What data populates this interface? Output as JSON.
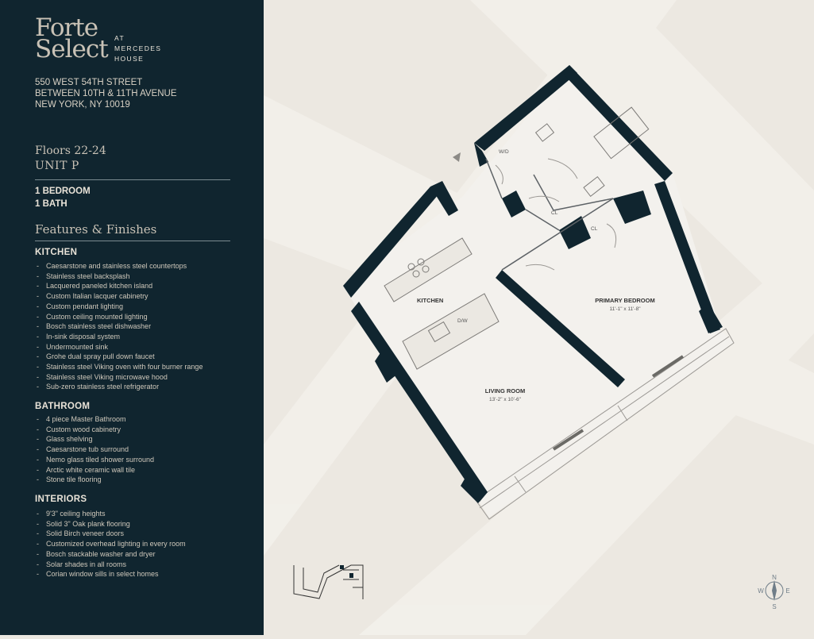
{
  "brand": {
    "logo_line1": "Forte",
    "logo_line2": "Select",
    "at": "AT",
    "mercedes": "MERCEDES",
    "house": "HOUSE"
  },
  "address": {
    "line1": "550 WEST 54TH STREET",
    "line2": "BETWEEN 10TH & 11TH AVENUE",
    "line3": "NEW YORK, NY 10019"
  },
  "unit": {
    "floors": "Floors 22-24",
    "name": "UNIT P",
    "bedrooms": "1 BEDROOM",
    "baths": "1 BATH"
  },
  "features": {
    "title": "Features & Finishes",
    "kitchen": {
      "heading": "KITCHEN",
      "items": [
        "Caesarstone and stainless steel countertops",
        "Stainless steel backsplash",
        "Lacquered paneled kitchen island",
        "Custom Italian lacquer cabinetry",
        "Custom pendant lighting",
        "Custom ceiling mounted lighting",
        "Bosch stainless steel dishwasher",
        "In-sink disposal system",
        "Undermounted sink",
        "Grohe dual spray pull down faucet",
        "Stainless steel Viking oven with four burner range",
        "Stainless steel Viking microwave hood",
        "Sub-zero stainless steel refrigerator"
      ]
    },
    "bathroom": {
      "heading": "BATHROOM",
      "items": [
        "4 piece Master Bathroom",
        "Custom wood cabinetry",
        "Glass shelving",
        "Caesarstone tub surround",
        "Nemo glass tiled shower surround",
        "Arctic white ceramic wall tile",
        "Stone tile flooring"
      ]
    },
    "interiors": {
      "heading": "INTERIORS",
      "items": [
        "9'3\" ceiling heights",
        "Solid 3\" Oak plank flooring",
        "Solid Birch veneer doors",
        "Customized overhead lighting in every room",
        "Bosch stackable washer and dryer",
        "Solar shades in all rooms",
        "Corian window sills in select homes"
      ]
    }
  },
  "floorplan": {
    "kitchen": "KITCHEN",
    "dw": "D/W",
    "wd": "W/D",
    "cl1": "CL",
    "cl2": "CL",
    "primary_bedroom": "PRIMARY BEDROOM",
    "primary_bedroom_dim": "11'-1\" x 11'-8\"",
    "living_room": "LIVING ROOM",
    "living_room_dim": "13'-2\" x 10'-6\""
  },
  "compass": {
    "n": "N",
    "s": "S",
    "e": "E",
    "w": "W"
  },
  "colors": {
    "sidebar": "#10252f",
    "wall": "#10252f",
    "background": "#ece8e1",
    "accent_text": "#c9c2b6"
  }
}
